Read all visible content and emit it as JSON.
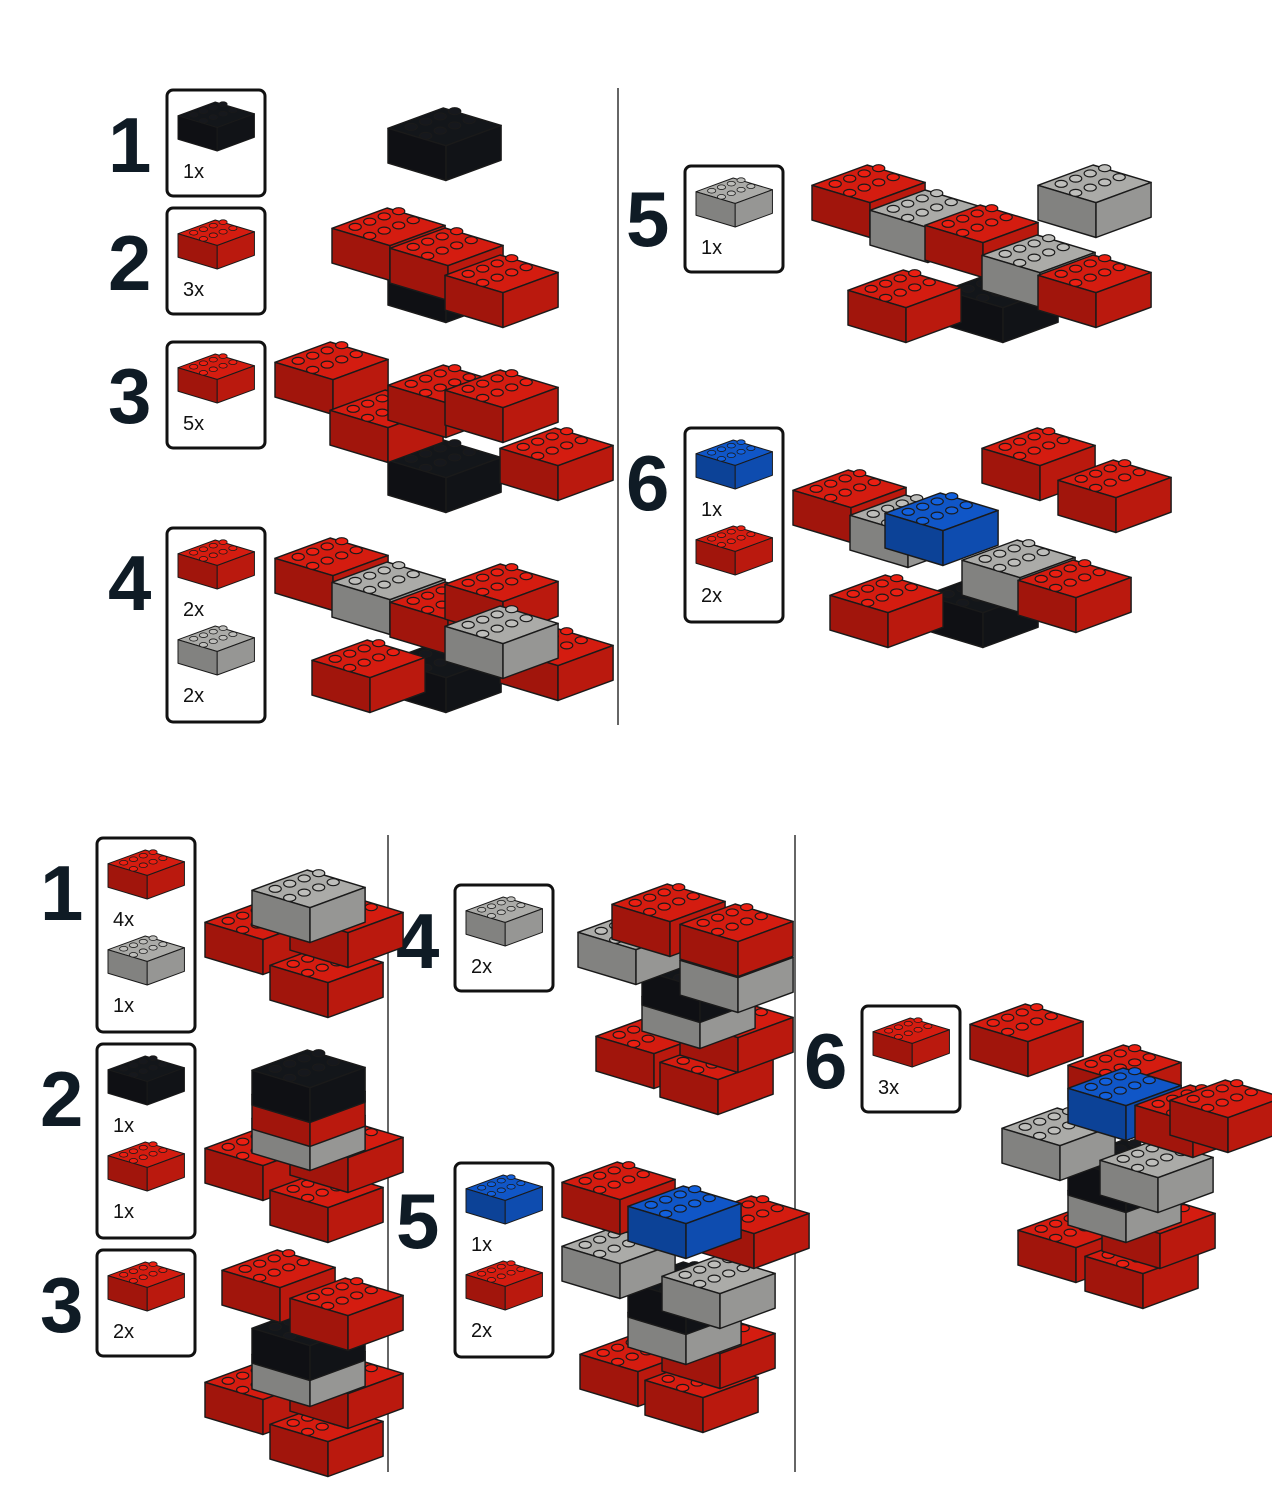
{
  "colors": {
    "red": "#c41a0f",
    "gray": "#9e9e9c",
    "black": "#121418",
    "blue": "#0f50b8"
  },
  "brick_icon": "2x4-brick-icon",
  "instructions": [
    {
      "section": "airplane-top",
      "steps": [
        {
          "number": "1",
          "parts": [
            {
              "color": "black",
              "qty": "1x"
            }
          ]
        },
        {
          "number": "2",
          "parts": [
            {
              "color": "red",
              "qty": "3x"
            }
          ]
        },
        {
          "number": "3",
          "parts": [
            {
              "color": "red",
              "qty": "5x"
            }
          ]
        },
        {
          "number": "4",
          "parts": [
            {
              "color": "red",
              "qty": "2x"
            },
            {
              "color": "gray",
              "qty": "2x"
            }
          ]
        },
        {
          "number": "5",
          "parts": [
            {
              "color": "gray",
              "qty": "1x"
            }
          ]
        },
        {
          "number": "6",
          "parts": [
            {
              "color": "blue",
              "qty": "1x"
            },
            {
              "color": "red",
              "qty": "2x"
            }
          ]
        }
      ]
    },
    {
      "section": "airplane-bottom",
      "steps": [
        {
          "number": "1",
          "parts": [
            {
              "color": "red",
              "qty": "4x"
            },
            {
              "color": "gray",
              "qty": "1x"
            }
          ]
        },
        {
          "number": "2",
          "parts": [
            {
              "color": "black",
              "qty": "1x"
            },
            {
              "color": "red",
              "qty": "1x"
            }
          ]
        },
        {
          "number": "3",
          "parts": [
            {
              "color": "red",
              "qty": "2x"
            }
          ]
        },
        {
          "number": "4",
          "parts": [
            {
              "color": "gray",
              "qty": "2x"
            }
          ]
        },
        {
          "number": "5",
          "parts": [
            {
              "color": "blue",
              "qty": "1x"
            },
            {
              "color": "red",
              "qty": "2x"
            }
          ]
        },
        {
          "number": "6",
          "parts": [
            {
              "color": "red",
              "qty": "3x"
            }
          ]
        }
      ]
    }
  ]
}
